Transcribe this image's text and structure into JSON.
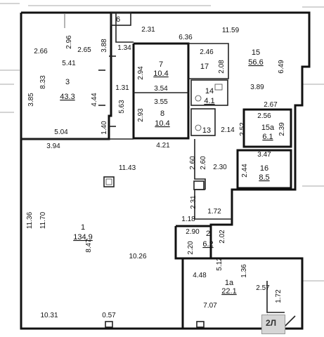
{
  "rooms": [
    {
      "id": "r1",
      "number": "1",
      "area": "134.9"
    },
    {
      "id": "r1a",
      "number": "1a",
      "area": "22.1"
    },
    {
      "id": "r2",
      "number": "2",
      "area": "6.2"
    },
    {
      "id": "r3",
      "number": "3",
      "area": "43.3"
    },
    {
      "id": "r6",
      "number": "6",
      "area": ""
    },
    {
      "id": "r7",
      "number": "7",
      "area": "10.4"
    },
    {
      "id": "r8",
      "number": "8",
      "area": "10.4"
    },
    {
      "id": "r13",
      "number": "13",
      "area": ""
    },
    {
      "id": "r14",
      "number": "14",
      "area": "4.1"
    },
    {
      "id": "r15",
      "number": "15",
      "area": "56.6"
    },
    {
      "id": "r15a",
      "number": "15a",
      "area": "6.1"
    },
    {
      "id": "r16",
      "number": "16",
      "area": "8.5"
    },
    {
      "id": "r17",
      "number": "17",
      "area": ""
    }
  ],
  "dimensions": [
    "2.96",
    "2.66",
    "2.65",
    "5.41",
    "8.33",
    "3.88",
    "1.34",
    "2.31",
    "6.36",
    "11.59",
    "2.46",
    "2.08",
    "6.49",
    "2.94",
    "3.54",
    "1.31",
    "4.44",
    "3.85",
    "5.63",
    "3.55",
    "2.93",
    "3.89",
    "2.67",
    "2.56",
    "2.52",
    "2.39",
    "2.14",
    "1.40",
    "5.04",
    "3.94",
    "4.21",
    "3.47",
    "2.44",
    "2.30",
    "2.60",
    "2.60",
    "11.43",
    "11.36",
    "11.70",
    "8.47",
    "2.31",
    "1.72",
    "1.18",
    "2.90",
    "2.02",
    "2.20",
    "10.26",
    "4.48",
    "5.12",
    "1.36",
    "2.57",
    "1.72",
    "7.07",
    "10.31",
    "0.57"
  ],
  "floor_badge": "2Л"
}
